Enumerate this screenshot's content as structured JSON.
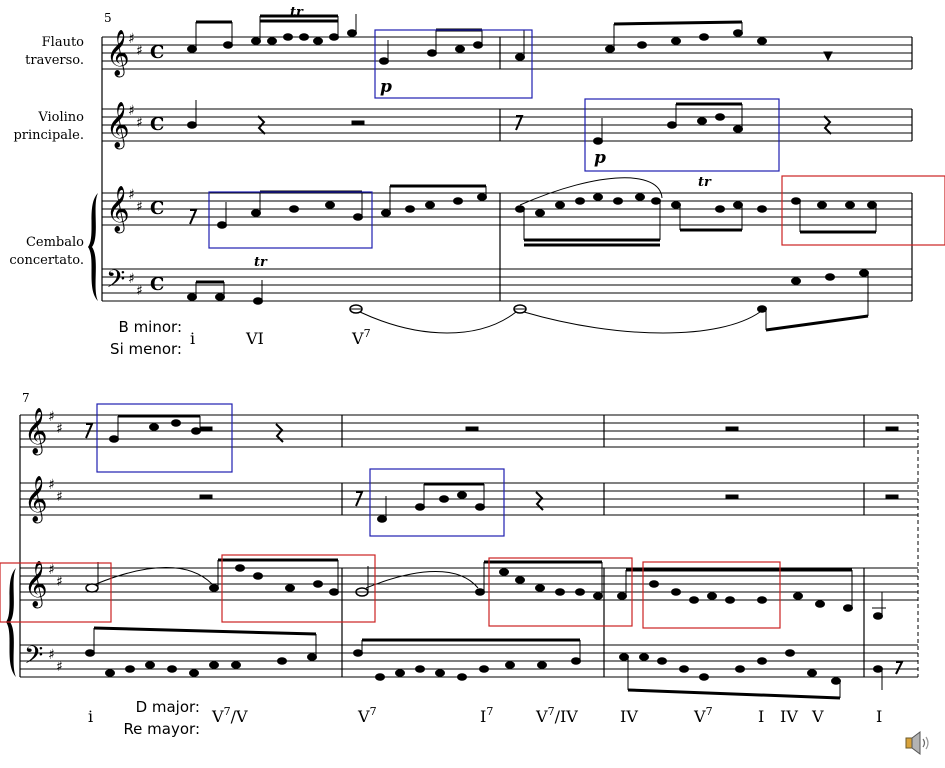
{
  "score": {
    "measure_numbers": [
      "5",
      "7"
    ],
    "instruments": {
      "flute": [
        "Flauto",
        "traverso."
      ],
      "violin": [
        "Violino",
        "principale."
      ],
      "cembalo": [
        "Cembalo",
        "concertato."
      ]
    },
    "dynamics": [
      "p",
      "p"
    ],
    "ornament": "tr",
    "time_signature": "C",
    "system1": {
      "key_labels": [
        "B minor:",
        "Si menor:"
      ],
      "harmony": [
        "i",
        "VI",
        "V7"
      ]
    },
    "system2": {
      "key_labels": [
        "D major:",
        "Re mayor:"
      ],
      "harmony": [
        "i",
        "V7/V",
        "V7",
        "I7",
        "V7/IV",
        "IV",
        "V7",
        "I",
        "IV",
        "V",
        "I"
      ]
    },
    "colors": {
      "blue_box": "#1f1fb0",
      "red_box": "#cc2222"
    },
    "icon": "speaker-icon"
  }
}
